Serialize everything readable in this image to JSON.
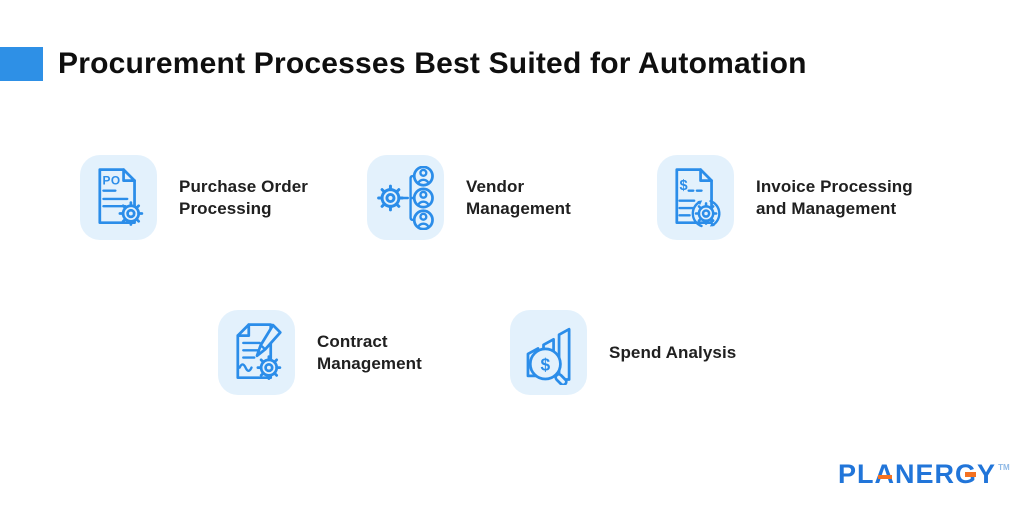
{
  "theme": {
    "background": "#ffffff",
    "accent_color": "#2E90E6",
    "icon_stroke_color": "#2B8DE9",
    "tile_background_color": "#E3F1FC",
    "title_color": "#0F0F0F",
    "label_color": "#202020"
  },
  "header": {
    "title": "Procurement Processes Best Suited for Automation"
  },
  "items": [
    {
      "id": "purchase-order-processing",
      "icon": "purchase-order-document-gear-icon",
      "label": "Purchase Order Processing",
      "lines": [
        "Purchase Order",
        "Processing"
      ]
    },
    {
      "id": "vendor-management",
      "icon": "vendor-network-gear-icon",
      "label": "Vendor Management",
      "lines": [
        "Vendor",
        "Management"
      ]
    },
    {
      "id": "invoice-processing",
      "icon": "invoice-document-sync-gear-icon",
      "label": "Invoice Processing and Management",
      "lines": [
        "Invoice Processing",
        "and Management"
      ]
    },
    {
      "id": "contract-management",
      "icon": "contract-document-pen-gear-icon",
      "label": "Contract Management",
      "lines": [
        "Contract",
        "Management"
      ]
    },
    {
      "id": "spend-analysis",
      "icon": "bar-chart-magnifier-dollar-icon",
      "label": "Spend Analysis",
      "lines": [
        "Spend Analysis"
      ]
    }
  ],
  "icon_texts": {
    "purchase_order_tag": "PO",
    "invoice_dollar": "$",
    "magnifier_dollar": "$"
  },
  "footer": {
    "brand": "PLANERGY",
    "brand_segments": {
      "pre": "PL",
      "a": "A",
      "mid": "NER",
      "g": "G",
      "post": "Y"
    },
    "trademark": "TM",
    "brand_color": "#2175D9",
    "brand_accent_color": "#F47121"
  }
}
